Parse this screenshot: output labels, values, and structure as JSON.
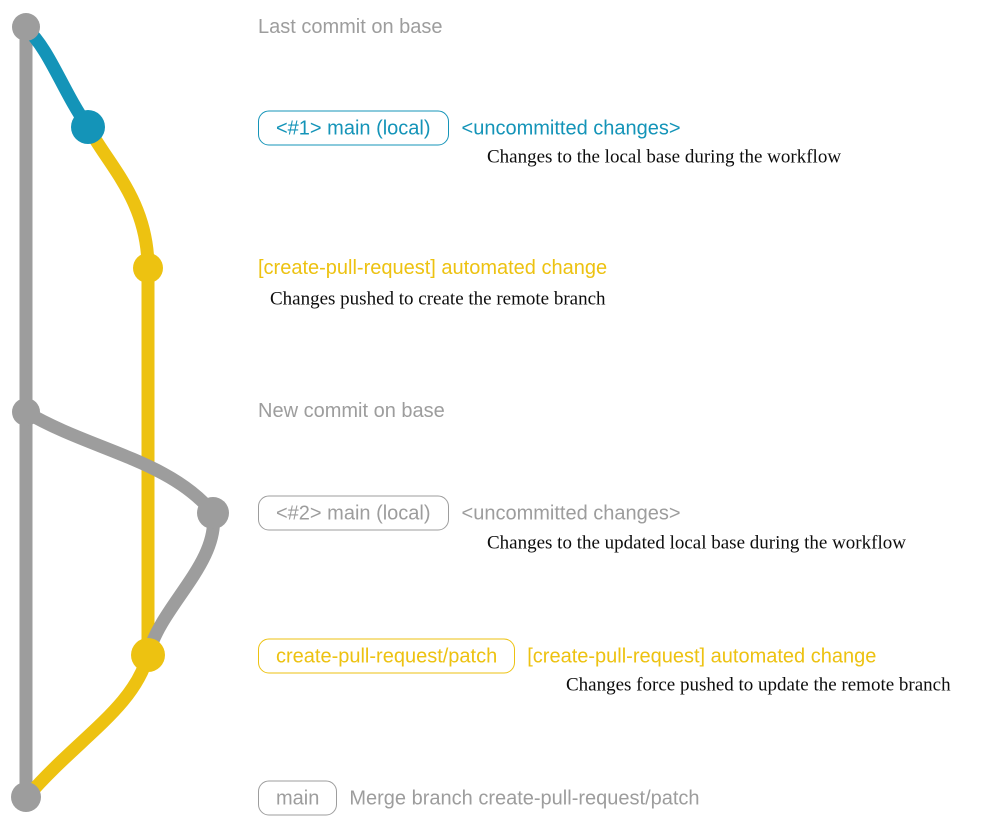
{
  "colors": {
    "gray": "#9d9d9d",
    "teal": "#1494b8",
    "yellow": "#edc211",
    "ink": "#0d0d0d",
    "bg": "#ffffff"
  },
  "annotations": {
    "last_commit": "Last commit on base",
    "branch1_label": "<#1> main (local)",
    "branch1_status": "<uncommitted changes>",
    "branch1_desc": "Changes to the local base during the workflow",
    "commit1_message": "[create-pull-request] automated change",
    "commit1_desc": "Changes pushed to create the remote branch",
    "new_commit": "New commit on base",
    "branch2_label": "<#2> main (local)",
    "branch2_status": "<uncommitted changes>",
    "branch2_desc": "Changes to the updated local base during the workflow",
    "patch_branch_label": "create-pull-request/patch",
    "commit2_message": "[create-pull-request] automated change",
    "commit2_desc": "Changes force pushed to update the remote branch",
    "main_label": "main",
    "merge_message": "Merge branch create-pull-request/patch"
  }
}
